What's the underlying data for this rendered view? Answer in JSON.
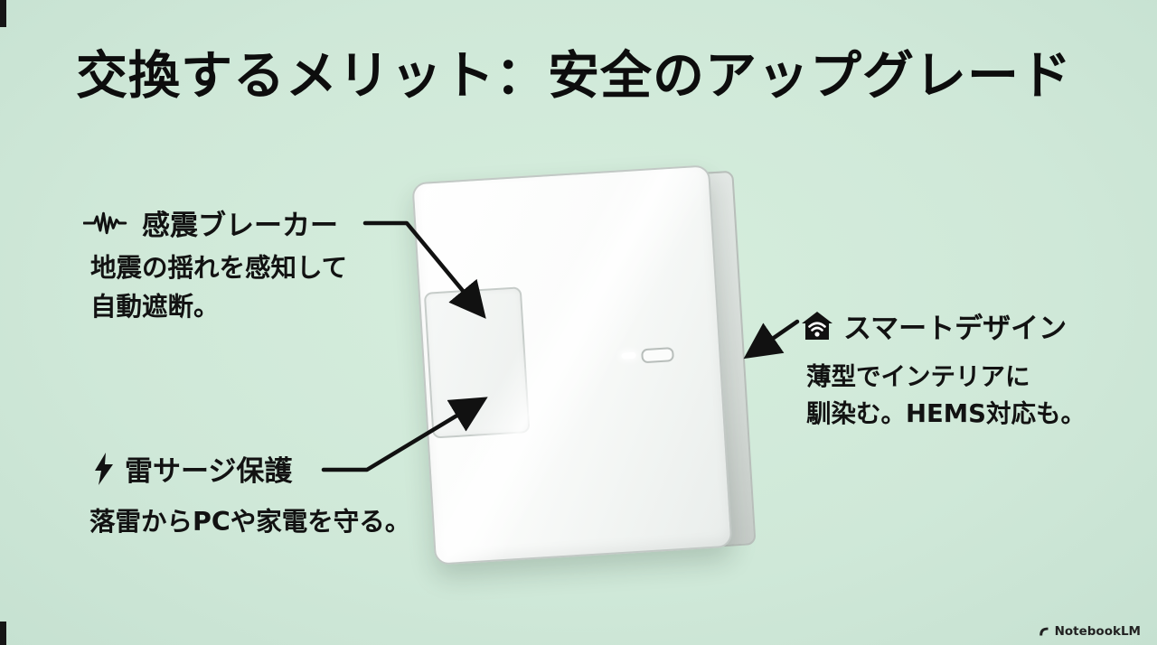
{
  "slide": {
    "title": "交換するメリット：安全のアップグレード"
  },
  "annotations": {
    "seismic": {
      "icon": "seismic-wave-icon",
      "label": "感震ブレーカー",
      "desc1": "地震の揺れを感知して",
      "desc2": "自動遮断。"
    },
    "surge": {
      "icon": "lightning-icon",
      "label": "雷サージ保護",
      "desc1": "落雷からPCや家電を守る。"
    },
    "smart": {
      "icon": "home-wifi-icon",
      "label": "スマートデザイン",
      "desc1": "薄型でインテリアに",
      "desc2": "馴染む。HEMS対応も。"
    }
  },
  "illustration": {
    "subject": "smart distribution breaker panel"
  },
  "footer": {
    "brand": "NotebookLM",
    "icon": "notebooklm-logo-icon"
  },
  "colors": {
    "background": "#cfe8d8",
    "text": "#121212",
    "panel_face": "#f7f9f8",
    "panel_side": "#d4dad6",
    "arrow": "#111111"
  }
}
